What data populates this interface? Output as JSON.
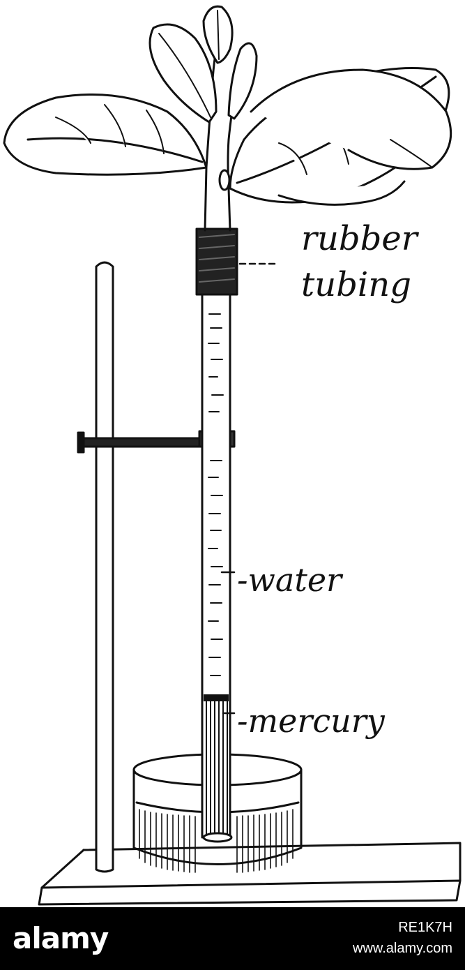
{
  "labels": {
    "rubber_line1": "rubber",
    "rubber_line2": "tubing",
    "water": "-water",
    "mercury": "-mercury"
  },
  "footer": {
    "logo": "alamy",
    "image_id": "RE1K7H",
    "url": "www.alamy.com"
  },
  "colors": {
    "ink": "#111111",
    "background": "#ffffff",
    "footer_bg": "#000000",
    "footer_text": "#ffffff"
  }
}
